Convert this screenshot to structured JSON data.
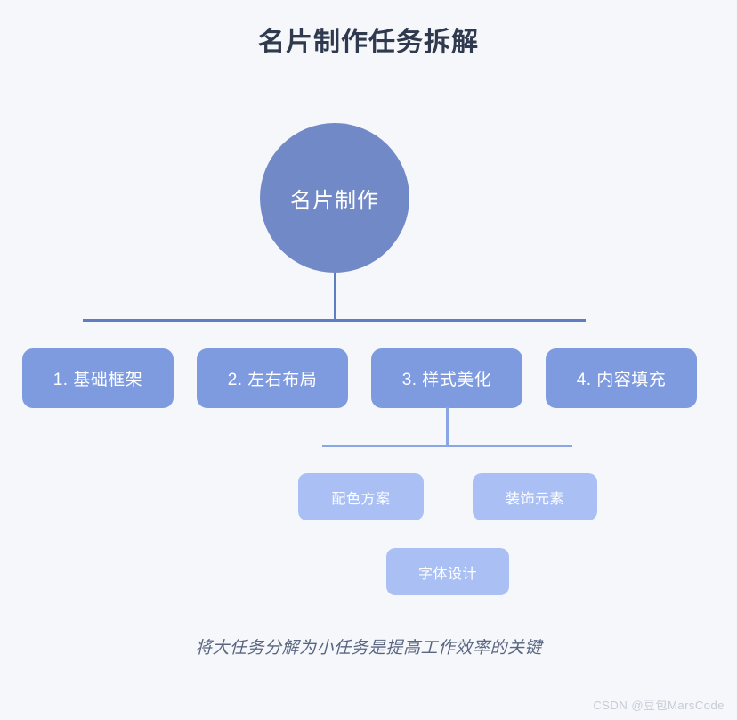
{
  "diagram": {
    "title": "名片制作任务拆解",
    "caption": "将大任务分解为小任务是提高工作效率的关键",
    "background_color": "#f5f7fa",
    "root": {
      "label": "名片制作",
      "shape": "circle",
      "fill_color": "#7289c7",
      "text_color": "#ffffff"
    },
    "level1": {
      "fill_color": "#7f9be0",
      "text_color": "#ffffff",
      "nodes": [
        {
          "label": "1. 基础框架"
        },
        {
          "label": "2. 左右布局"
        },
        {
          "label": "3. 样式美化"
        },
        {
          "label": "4. 内容填充"
        }
      ]
    },
    "level2": {
      "parent_label": "3. 样式美化",
      "fill_color": "#aac0f5",
      "text_color": "#ffffff",
      "nodes": [
        {
          "label": "配色方案"
        },
        {
          "label": "装饰元素"
        },
        {
          "label": "字体设计"
        }
      ]
    },
    "connector_colors": {
      "level1": "#5f7ec2",
      "level2": "#8aa5e8"
    }
  },
  "watermark": {
    "text": "CSDN @豆包MarsCode",
    "color": "#c6ccd6"
  }
}
